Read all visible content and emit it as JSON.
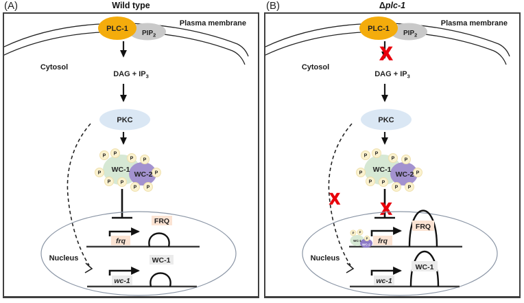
{
  "colors": {
    "plc1_fill": "#F4AC0C",
    "pip2_fill": "#C9C9C9",
    "pkc_fill": "#DAE7F4",
    "wc1_fill": "#D6E8D4",
    "wc2_fill": "#A392CF",
    "wc2_small_fill": "#8C7AC6",
    "phospho_fill": "#FBF2CF",
    "phospho_stroke": "#EFE0AC",
    "frq_box_fill": "#FBE3D3",
    "gray_box_fill": "#EBEBEB",
    "block_x": "#E8000B",
    "nucleus_stroke": "#8A95A5"
  },
  "shared": {
    "plasma_membrane": "Plasma membrane",
    "cytosol": "Cytosol",
    "nucleus": "Nucleus",
    "plc1": "PLC-1",
    "pip2_main": "PIP",
    "pip2_sub": "2",
    "dag_ip3_main": "DAG  +  IP",
    "dag_ip3_sub": "3",
    "pkc": "PKC",
    "wc1": "WC-1",
    "wc2": "WC-2",
    "phospho": "P",
    "frq_gene": "frq",
    "frq_protein": "FRQ",
    "wc1_gene": "wc-1",
    "wc1_protein": "WC-1",
    "block_mark": "X"
  },
  "panel_a": {
    "tag": "(A)",
    "title": "Wild type"
  },
  "panel_b": {
    "tag": "(B)",
    "title_prefix": "Δ",
    "title_gene": "plc-1"
  }
}
